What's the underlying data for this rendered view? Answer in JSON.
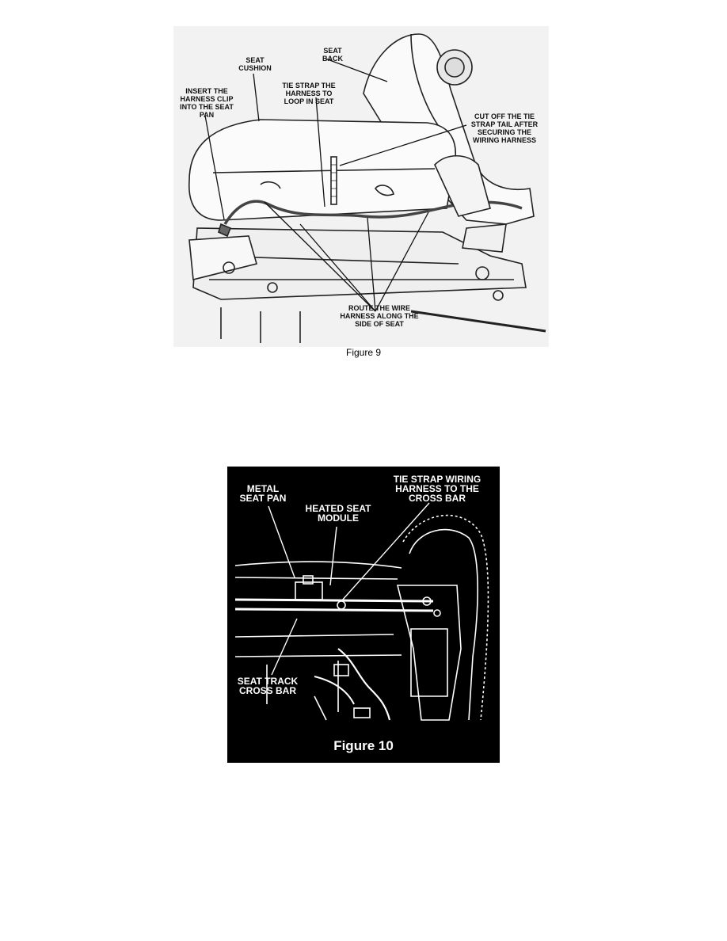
{
  "figure9": {
    "caption": "Figure 9",
    "labels": {
      "seat_back": "SEAT\nBACK",
      "seat_cushion": "SEAT\nCUSHION",
      "insert_clip": "INSERT THE\nHARNESS CLIP\nINTO THE SEAT\nPAN",
      "tie_strap_loop": "TIE STRAP THE\nHARNESS TO\nLOOP IN SEAT",
      "cut_tail": "CUT OFF THE TIE\nSTRAP TAIL AFTER\nSECURING THE\nWIRING HARNESS",
      "route_harness": "ROUTE THE WIRE\nHARNESS ALONG THE\nSIDE OF SEAT"
    }
  },
  "figure10": {
    "caption": "Figure 10",
    "labels": {
      "metal_seat_pan": "METAL\nSEAT PAN",
      "heated_seat_module": "HEATED SEAT\nMODULE",
      "tie_strap_crossbar": "TIE STRAP WIRING\nHARNESS TO THE\nCROSS BAR",
      "seat_track_crossbar": "SEAT TRACK\nCROSS BAR"
    }
  }
}
